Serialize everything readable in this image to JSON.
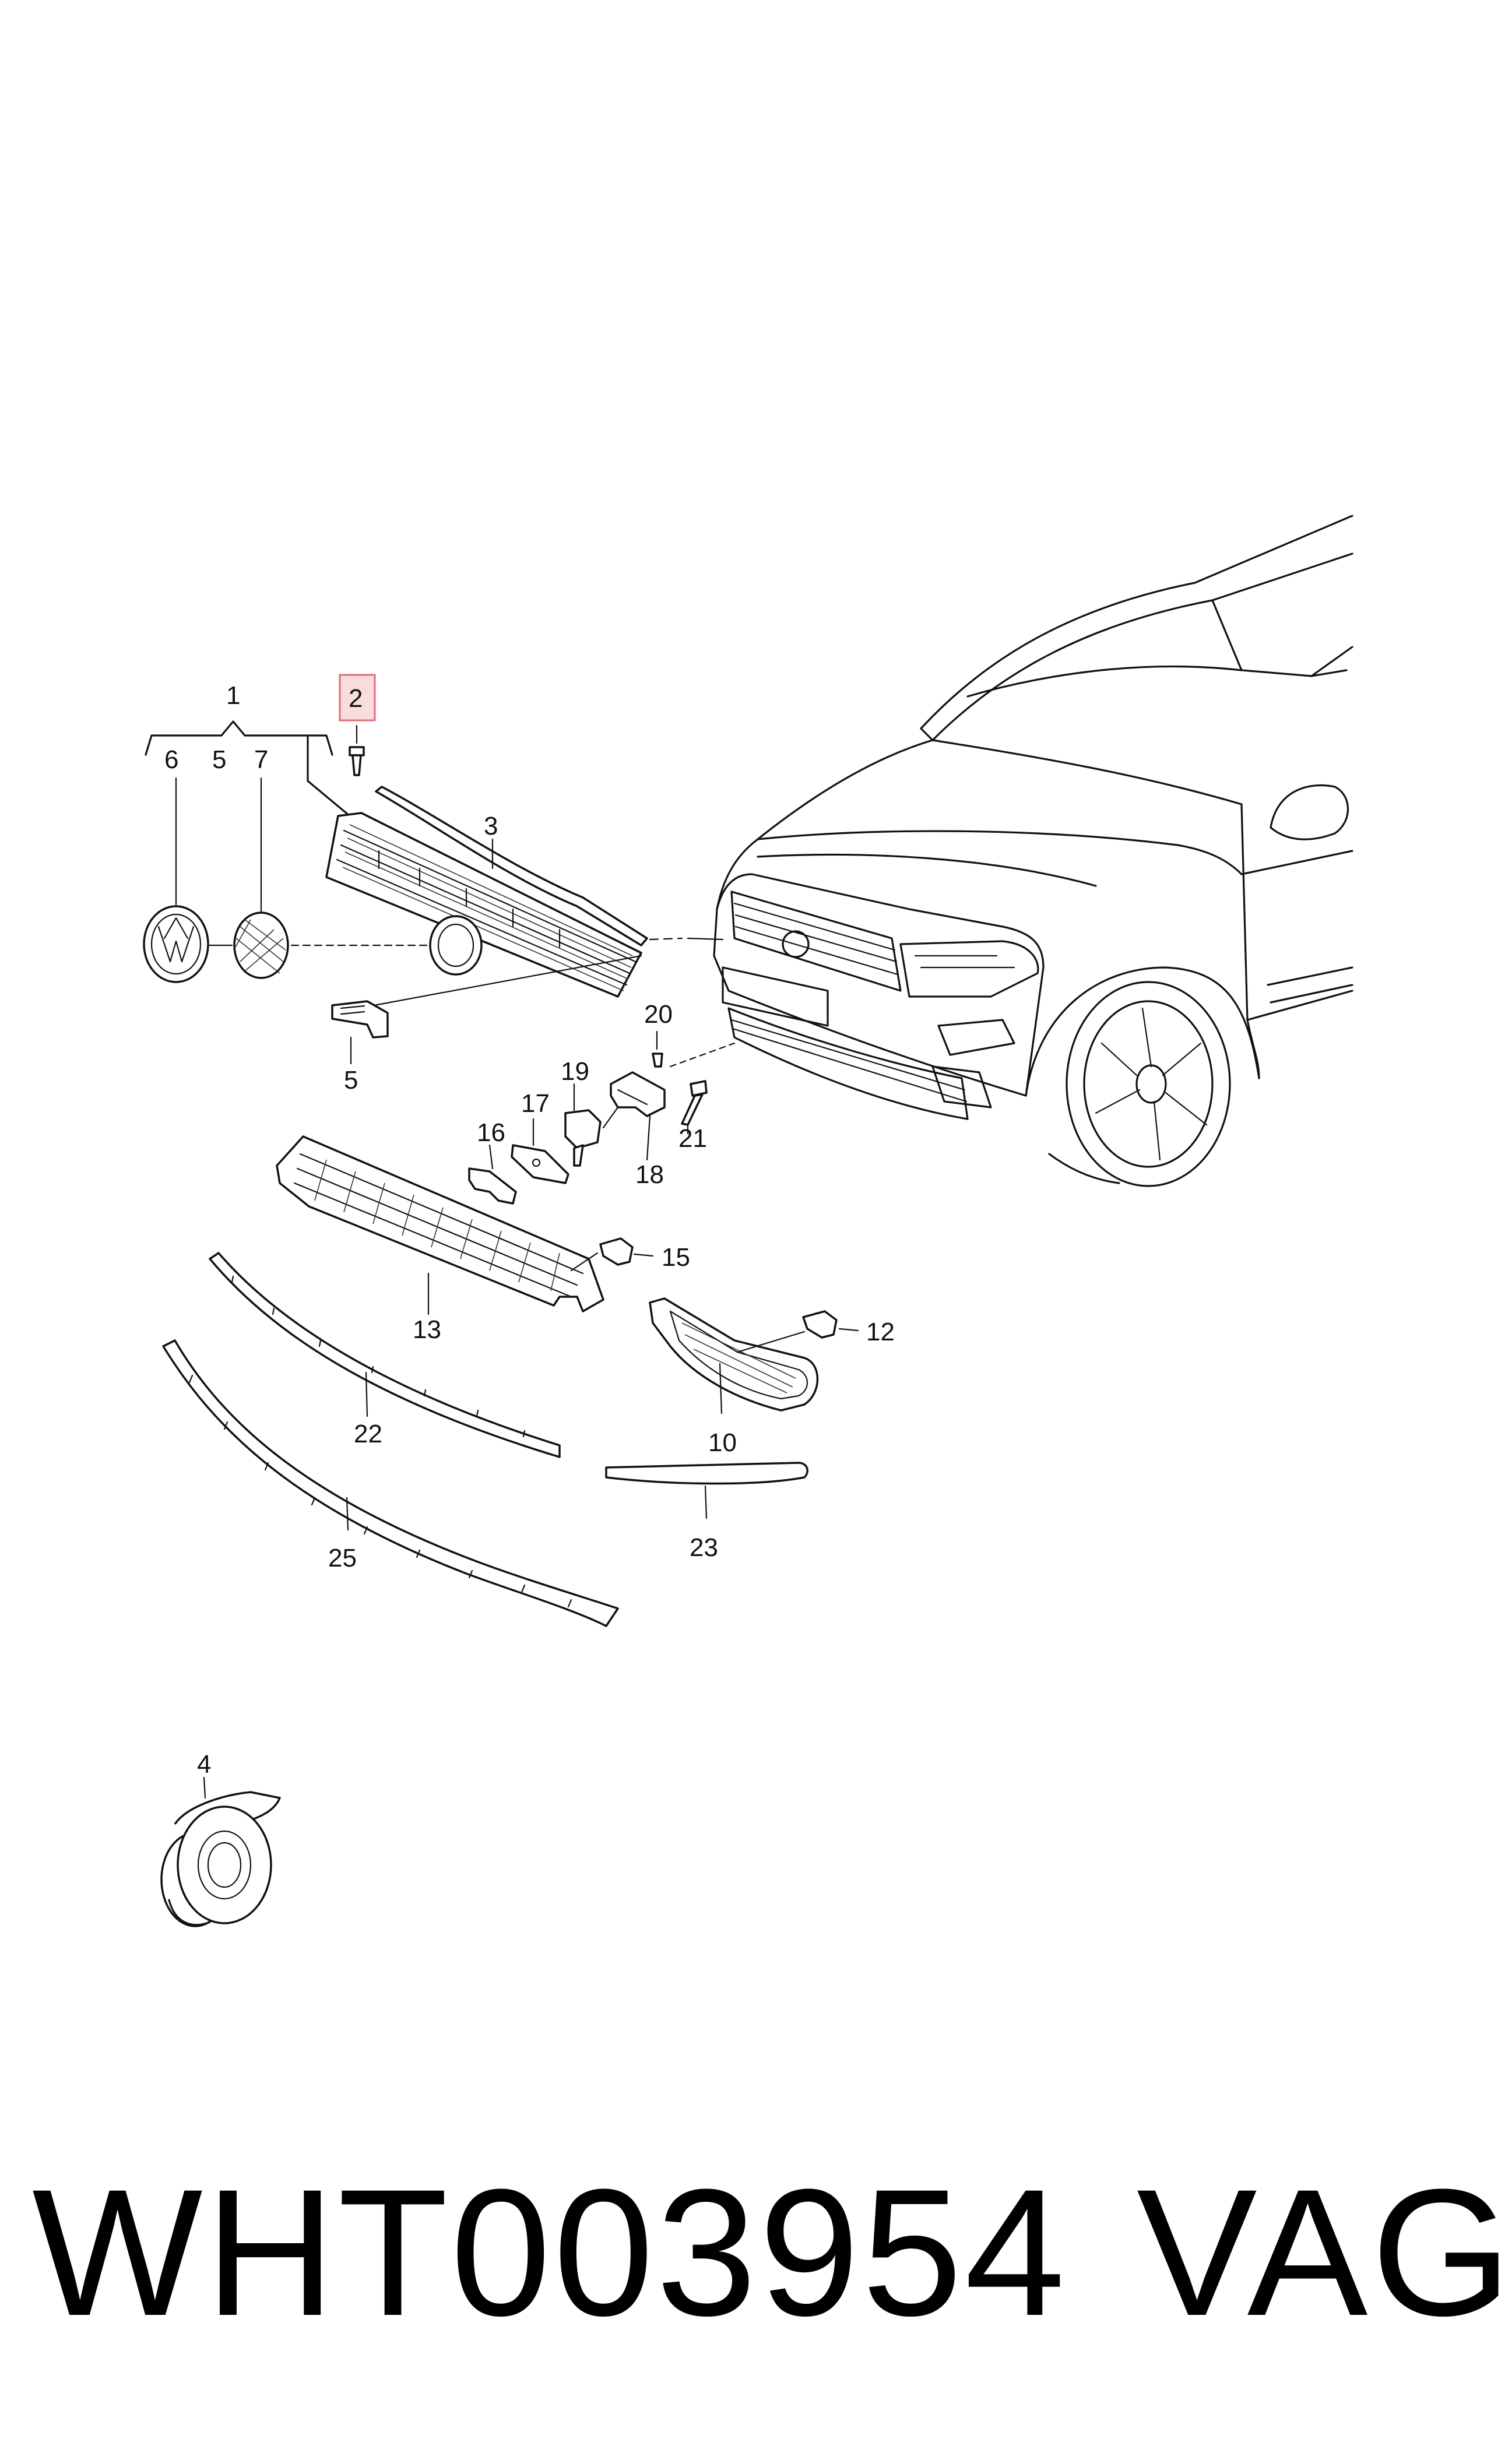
{
  "callouts": [
    "1",
    "2",
    "3",
    "4",
    "5",
    "6",
    "5",
    "7",
    "20",
    "19",
    "17",
    "16",
    "21",
    "18",
    "15",
    "13",
    "12",
    "22",
    "10",
    "23",
    "25"
  ],
  "highlighted_callout": "2",
  "highlight_color": "#e06c75",
  "footer": {
    "part_number": "WHT003954",
    "brand": "VAG"
  }
}
